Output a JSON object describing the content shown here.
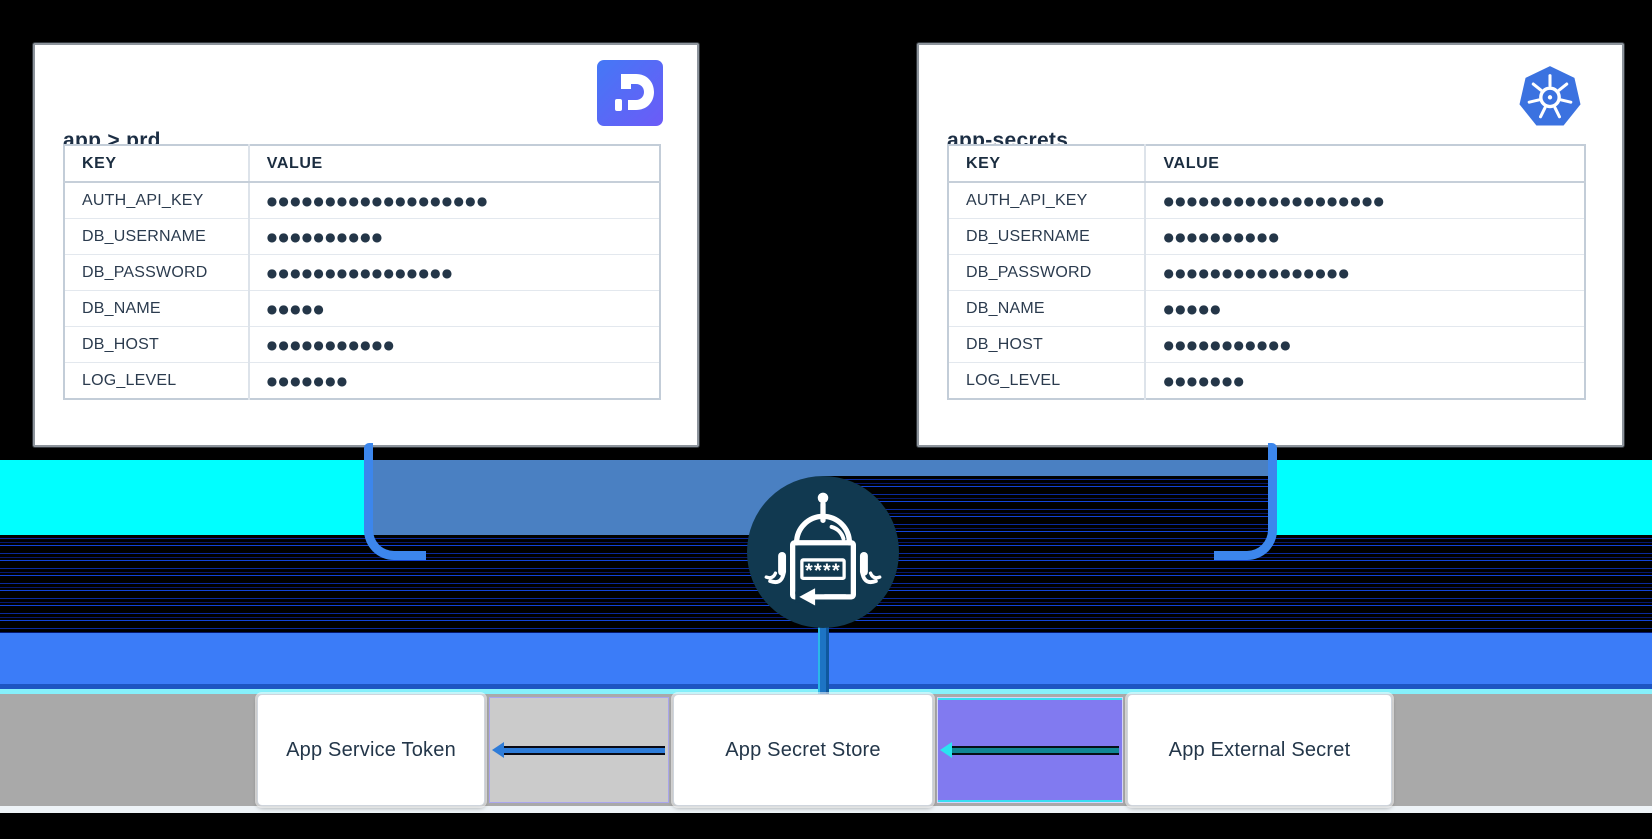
{
  "doppler_card": {
    "title": "app > prd",
    "logo": "doppler-logo",
    "table": {
      "key_header": "KEY",
      "value_header": "VALUE",
      "rows": [
        {
          "key": "AUTH_API_KEY",
          "value": "●●●●●●●●●●●●●●●●●●●"
        },
        {
          "key": "DB_USERNAME",
          "value": "●●●●●●●●●●"
        },
        {
          "key": "DB_PASSWORD",
          "value": "●●●●●●●●●●●●●●●●"
        },
        {
          "key": "DB_NAME",
          "value": "●●●●●"
        },
        {
          "key": "DB_HOST",
          "value": "●●●●●●●●●●●"
        },
        {
          "key": "LOG_LEVEL",
          "value": "●●●●●●●"
        }
      ]
    }
  },
  "kubernetes_card": {
    "title": "app-secrets",
    "logo": "kubernetes-logo",
    "table": {
      "key_header": "KEY",
      "value_header": "VALUE",
      "rows": [
        {
          "key": "AUTH_API_KEY",
          "value": "●●●●●●●●●●●●●●●●●●●"
        },
        {
          "key": "DB_USERNAME",
          "value": "●●●●●●●●●●"
        },
        {
          "key": "DB_PASSWORD",
          "value": "●●●●●●●●●●●●●●●●"
        },
        {
          "key": "DB_NAME",
          "value": "●●●●●"
        },
        {
          "key": "DB_HOST",
          "value": "●●●●●●●●●●●"
        },
        {
          "key": "LOG_LEVEL",
          "value": "●●●●●●●"
        }
      ]
    }
  },
  "sync": {
    "robot_screen_text": "****"
  },
  "pipeline": {
    "boxes": [
      {
        "label": "App Service Token"
      },
      {
        "label": "App Secret Store"
      },
      {
        "label": "App External Secret"
      }
    ]
  },
  "colors": {
    "cyan_band": "#00ffff",
    "steel_blue_band": "#4a80c2",
    "bright_blue_band": "#3b7cf8",
    "gray_band": "#a9a9a9",
    "connector_gray_fill": "#cbcbcb",
    "connector_purple_fill": "#817af0",
    "robot_circle_navy": "#113950",
    "bracket_blue": "#3c86ec",
    "doppler_gradient_start": "#4478f6",
    "doppler_gradient_end": "#6c5bf7",
    "kubernetes_blue": "#3b72e0"
  }
}
